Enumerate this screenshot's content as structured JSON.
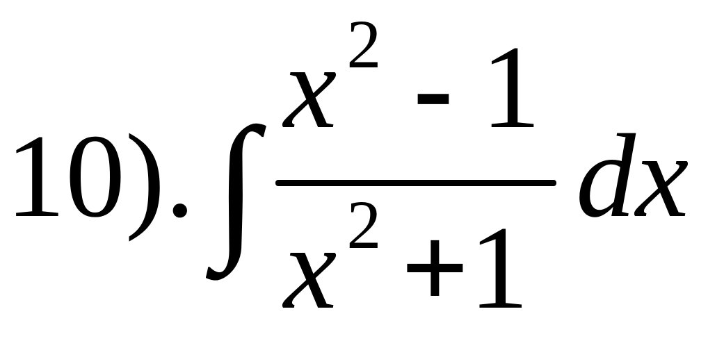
{
  "problem": {
    "number_label": "10).",
    "integral_sign": "∫",
    "numerator": {
      "variable": "x",
      "exponent": "2",
      "operator": "-",
      "constant": "1"
    },
    "denominator": {
      "variable": "x",
      "exponent": "2",
      "operator": "+",
      "constant": "1"
    },
    "differential": "dx"
  }
}
